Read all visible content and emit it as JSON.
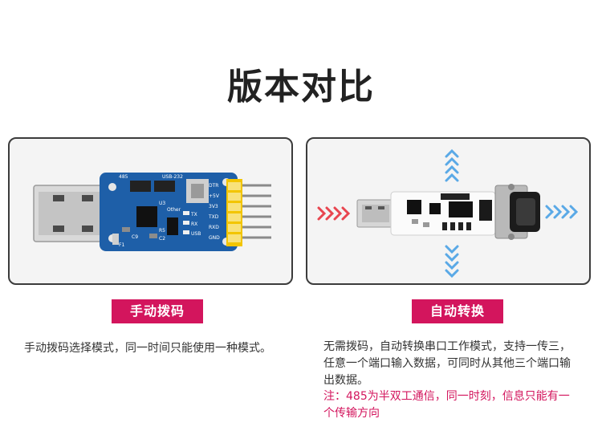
{
  "title": "版本对比",
  "left": {
    "badge": "手动拨码",
    "description": "手动拨码选择模式，同一时间只能使用一种模式。",
    "board_labels": [
      "485",
      "USB-232",
      "DTR",
      "+5V",
      "3V3",
      "TXD",
      "RXD",
      "GND",
      "TX",
      "RX",
      "USB",
      "U3",
      "R5",
      "C2",
      "C9",
      "F1",
      "Other"
    ]
  },
  "right": {
    "badge": "自动转换",
    "description": "无需拨码，自动转换串口工作模式，支持一传三，任意一个端口输入数据，可同时从其他三个端口输出数据。",
    "note": "注：485为半双工通信，同一时刻，信息只能有一个传输方向"
  },
  "colors": {
    "accent": "#d3155d",
    "board_blue": "#1e5fa8",
    "arrow_red": "#e8454f",
    "arrow_blue": "#5aa9e6"
  }
}
